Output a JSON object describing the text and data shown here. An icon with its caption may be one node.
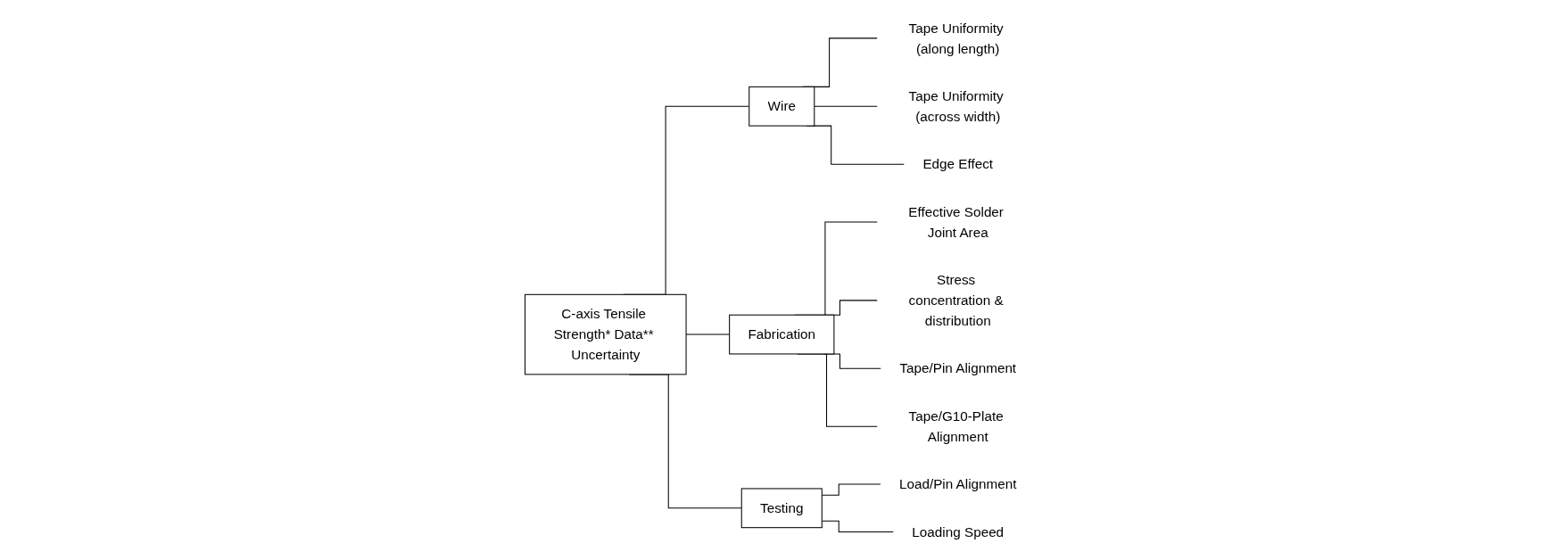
{
  "diagram": {
    "nodes": [
      {
        "text": [
          "C-axis Tensile Strength* Data** Uncertainty"
        ]
      },
      {
        "text": [
          "Wire"
        ]
      },
      {
        "text": [
          "Fabrication"
        ]
      },
      {
        "text": [
          "Testing"
        ]
      },
      {
        "text": [
          "Tape Uniformity (along length)"
        ]
      },
      {
        "text": [
          "Tape Uniformity (across width)"
        ]
      },
      {
        "text": [
          "Edge Effect"
        ]
      },
      {
        "text": [
          "Effective Solder Joint Area"
        ]
      },
      {
        "text": [
          "Stress concentration & distribution"
        ]
      },
      {
        "text": [
          "Tape/Pin Alignment"
        ]
      },
      {
        "text": [
          "Tape/G10-Plate Alignment"
        ]
      },
      {
        "text": [
          "Load/Pin Alignment"
        ]
      },
      {
        "text": [
          "Loading Speed"
        ]
      }
    ],
    "edges": [
      {
        "from": 0,
        "to": 1,
        "arrow": "none"
      },
      {
        "from": 0,
        "to": 2,
        "arrow": "none"
      },
      {
        "from": 0,
        "to": 3,
        "arrow": "none"
      },
      {
        "from": 1,
        "to": 4,
        "arrow": "none"
      },
      {
        "from": 1,
        "to": 5,
        "arrow": "none"
      },
      {
        "from": 1,
        "to": 6,
        "arrow": "none"
      },
      {
        "from": 2,
        "to": 7,
        "arrow": "none"
      },
      {
        "from": 2,
        "to": 8,
        "arrow": "none"
      },
      {
        "from": 2,
        "to": 9,
        "arrow": "none"
      },
      {
        "from": 2,
        "to": 10,
        "arrow": "none"
      },
      {
        "from": 3,
        "to": 11,
        "arrow": "none"
      },
      {
        "from": 3,
        "to": 12,
        "arrow": "none"
      }
    ]
  }
}
